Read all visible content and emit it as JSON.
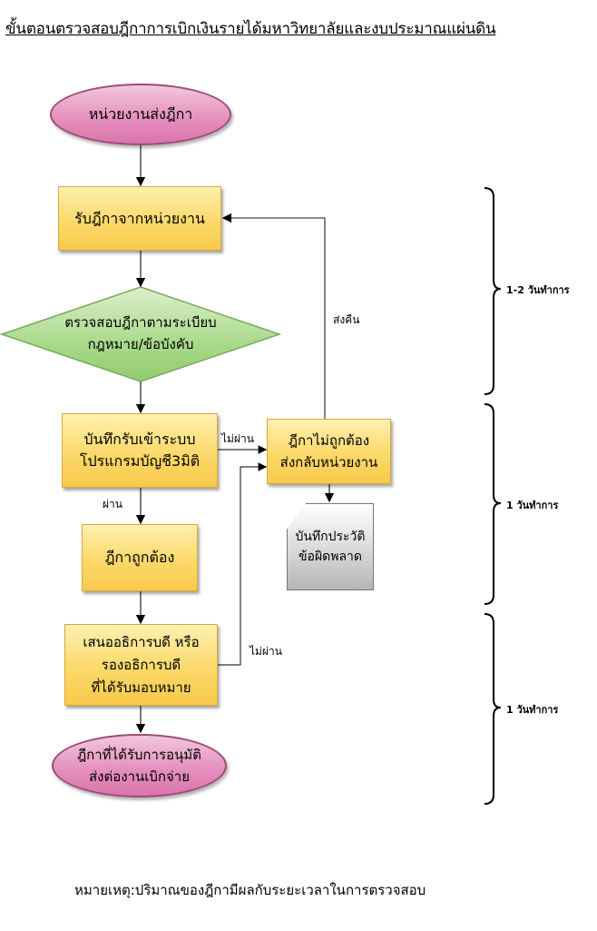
{
  "title": "ขั้นตอนตรวจสอบฎีกาการเบิกเงินรายได้มหาวิทยาลัยและงบประมาณแผ่นดิน",
  "nodes": {
    "start": "หน่วยงานส่งฎีกา",
    "receive": "รับฎีกาจากหน่วยงาน",
    "check_line1": "ตรวจสอบฎีกาตามระเบียบ",
    "check_line2": "กฎหมาย/ข้อบังคับ",
    "record_line1": "บันทึกรับเข้าระบบ",
    "record_line2": "โปรแกรมบัญชี3มิติ",
    "correct": "ฎีกาถูกต้อง",
    "propose_line1": "เสนออธิการบดี  หรือ",
    "propose_line2": "รองอธิการบดี",
    "propose_line3": "ที่ได้รับมอบหมาย",
    "end_line1": "ฎีกาที่ได้รับการอนุมัติ",
    "end_line2": "ส่งต่องานเบิกจ่าย",
    "incorrect_line1": "ฎีกาไม่ถูกต้อง",
    "incorrect_line2": "ส่งกลับหน่วยงาน",
    "errorlog_line1": "บันทึกประวัติ",
    "errorlog_line2": "ข้อผิดพลาด"
  },
  "edge_labels": {
    "return": "ส่งคืน",
    "fail1": "ไม่ผ่าน",
    "pass": "ผ่าน",
    "fail2": "ไม่ผ่าน"
  },
  "durations": [
    "1-2  วันทำการ",
    "1  วันทำการ",
    "1  วันทำการ"
  ],
  "note": "หมายเหตุ:ปริมาณของฎีกามีผลกับระยะเวลาในการตรวจสอบ",
  "colors": {
    "process": "#fbd96a",
    "decision": "#a9d98a",
    "terminal": "#e48dbb",
    "document": "#cfcfcf"
  }
}
